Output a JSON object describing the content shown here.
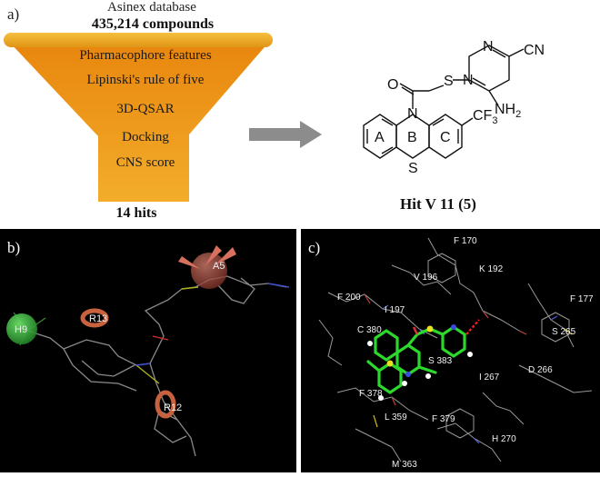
{
  "panel_a": {
    "label": "a)",
    "database_title": "Asinex database",
    "compound_count": "435,214 compounds",
    "filters": [
      "Pharmacophore features",
      "Lipinski's rule of five",
      "3D-QSAR",
      "Docking",
      "CNS score"
    ],
    "hits": "14 hits",
    "molecule": {
      "name": "Hit V 11 (5)",
      "atoms": {
        "n1": "N",
        "n2": "N",
        "cn": "CN",
        "nh2": "NH",
        "nh2_sub": "2",
        "o": "O",
        "s1": "S",
        "n_ring": "N",
        "cf3": "CF",
        "cf3_sub": "3",
        "s_ring": "S"
      },
      "rings": {
        "a": "A",
        "b": "B",
        "c": "C"
      }
    },
    "colors": {
      "funnel": "#f0a21c",
      "arrow": "#8c8c8c"
    }
  },
  "panel_b": {
    "label": "b)",
    "features": [
      "A5",
      "H9",
      "R13",
      "R12"
    ],
    "colors": {
      "acceptor": "#b35a4e",
      "hydrophobic": "#2aa83a",
      "ring": "#c8623e"
    }
  },
  "panel_c": {
    "label": "c)",
    "residues": [
      "F 170",
      "K 192",
      "V 196",
      "F 177",
      "F 200",
      "I 197",
      "C 380",
      "S 383",
      "S 265",
      "D 266",
      "I 267",
      "F 378",
      "L 359",
      "F 379",
      "H 270",
      "M 363"
    ],
    "colors": {
      "ligand_carbon": "#2cd82c",
      "hbond": "#ff2020"
    }
  }
}
